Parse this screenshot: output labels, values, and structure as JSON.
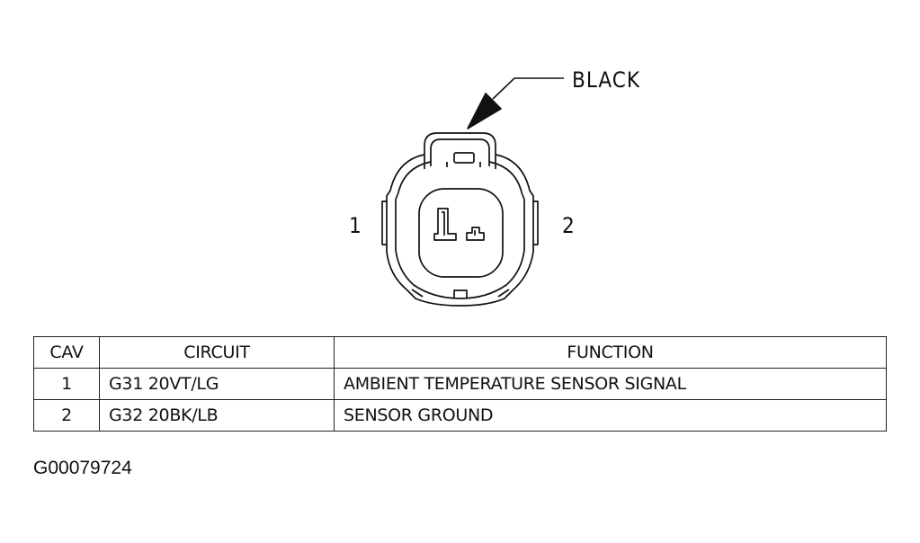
{
  "connector": {
    "color_label": "BLACK",
    "cavity_labels": [
      "1",
      "2"
    ]
  },
  "table": {
    "headers": {
      "cav": "CAV",
      "circuit": "CIRCUIT",
      "function": "FUNCTION"
    },
    "rows": [
      {
        "cav": "1",
        "circuit": "G31 20VT/LG",
        "function": "AMBIENT TEMPERATURE SENSOR SIGNAL"
      },
      {
        "cav": "2",
        "circuit": "G32 20BK/LB",
        "function": "SENSOR GROUND"
      }
    ]
  },
  "figure_id": "G00079724",
  "colors": {
    "line": "#111111",
    "background": "#ffffff"
  }
}
